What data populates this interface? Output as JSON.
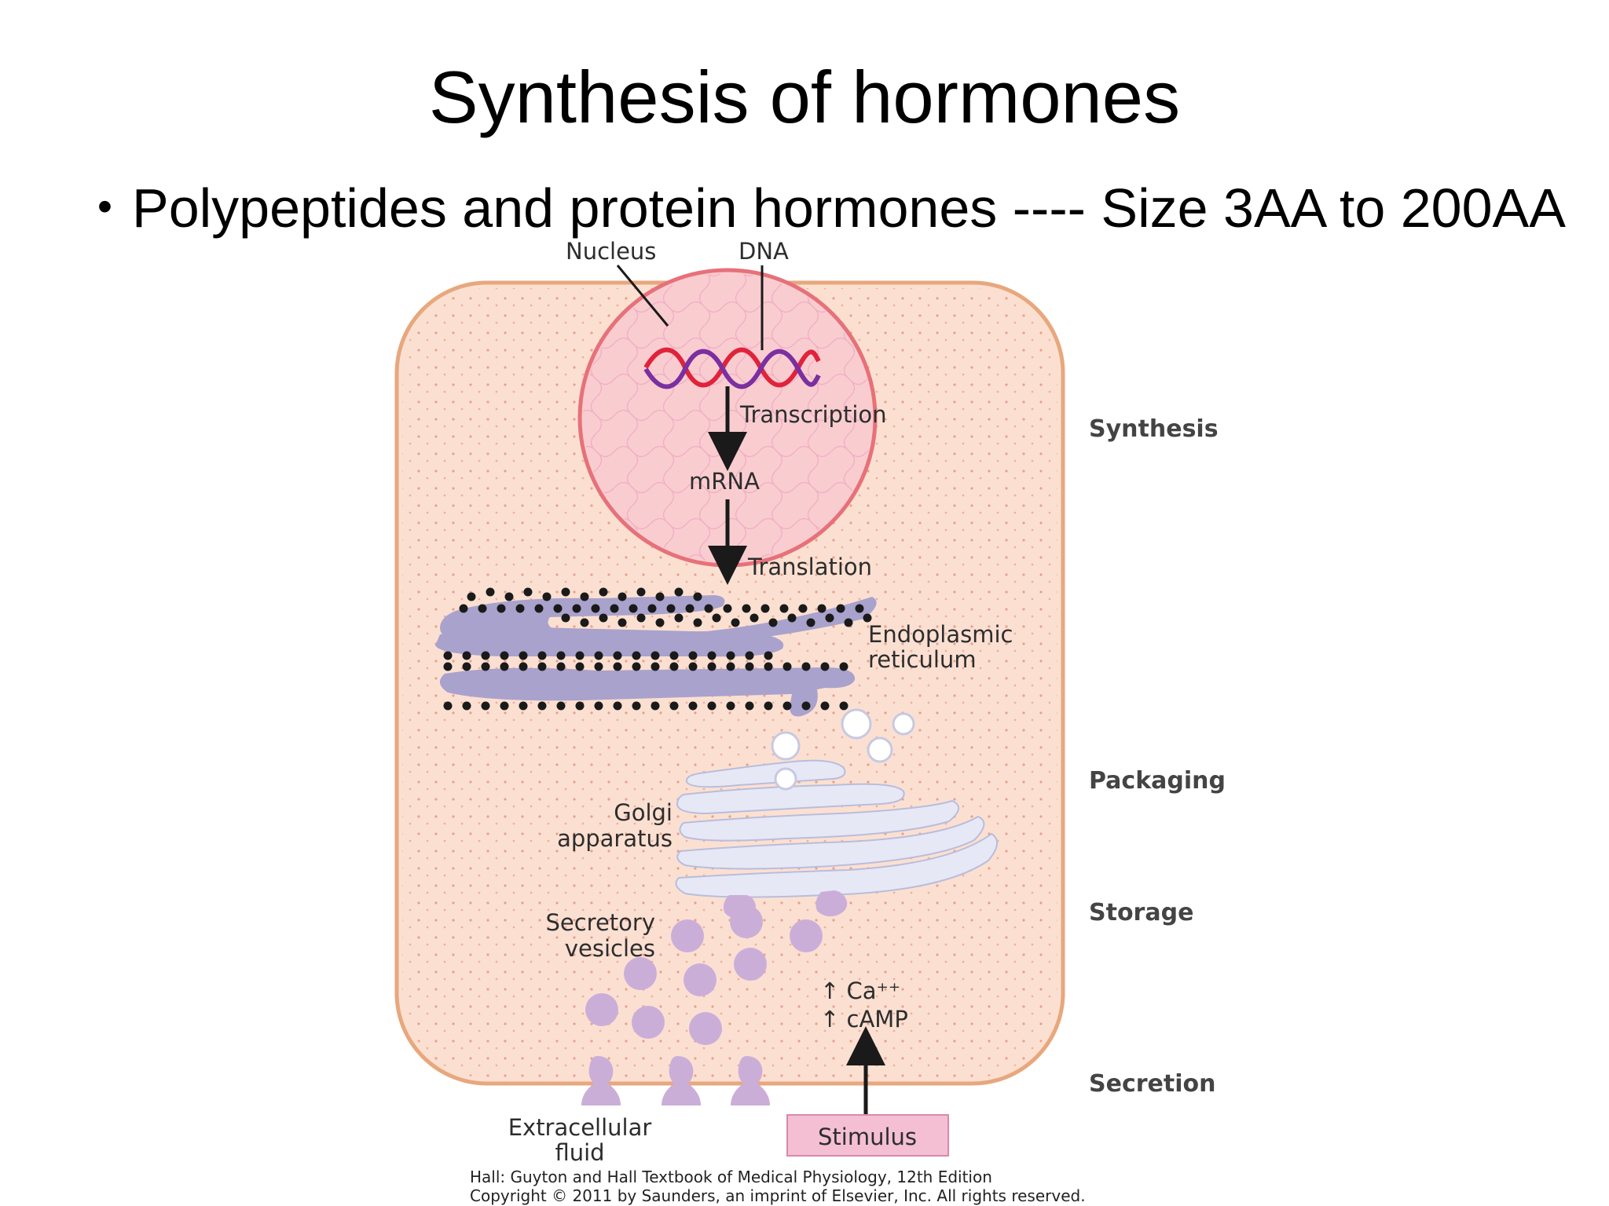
{
  "slide": {
    "title": "Synthesis of hormones",
    "bullet_marker": "•",
    "bullet": "Polypeptides and protein hormones ---- Size 3AA to 200AA"
  },
  "diagram": {
    "labels": {
      "nucleus": "Nucleus",
      "dna": "DNA",
      "transcription": "Transcription",
      "mrna": "mRNA",
      "translation": "Translation",
      "er_line1": "Endoplasmic",
      "er_line2": "reticulum",
      "golgi_line1": "Golgi",
      "golgi_line2": "apparatus",
      "vesicles_line1": "Secretory",
      "vesicles_line2": "vesicles",
      "ca": "↑ Ca⁺⁺",
      "camp": "↑ cAMP",
      "extracellular_line1": "Extracellular",
      "extracellular_line2": "fluid",
      "stimulus": "Stimulus"
    },
    "stages": [
      "Synthesis",
      "Packaging",
      "Storage",
      "Secretion"
    ],
    "citation": {
      "line1": "Hall: Guyton and Hall Textbook of Medical Physiology, 12th Edition",
      "line2": "Copyright © 2011 by Saunders, an imprint of Elsevier, Inc. All rights reserved."
    },
    "colors": {
      "cell_fill": "#fbe0d2",
      "cell_border": "#e8a77d",
      "nucleus_fill": "#f9cdd0",
      "nucleus_border": "#e77179",
      "er": "#a9a2cc",
      "ribosome": "#1a1a1a",
      "golgi": "#e6e8f6",
      "vesicle": "#cbaed8",
      "stimulus_box": "#f4bfd2"
    }
  }
}
